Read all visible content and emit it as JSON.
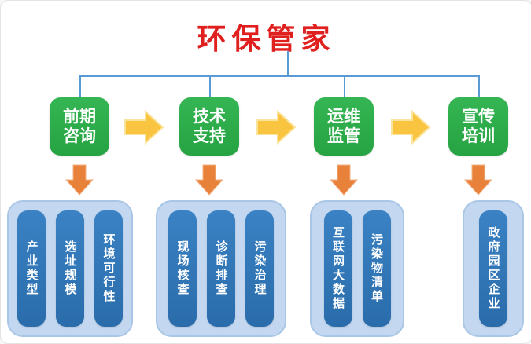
{
  "title": "环保管家",
  "stages": [
    {
      "label": "前期咨询",
      "items": [
        "产业类型",
        "选址规模",
        "环境可行性"
      ]
    },
    {
      "label": "技术支持",
      "items": [
        "现场核查",
        "诊断排查",
        "污染治理"
      ]
    },
    {
      "label": "运维监管",
      "items": [
        "互联网大数据",
        "污染物清单"
      ]
    },
    {
      "label": "宣传培训",
      "items": [
        "政府园区企业"
      ]
    }
  ],
  "icons": {
    "flow_arrow": "right-block-arrow",
    "down_arrow": "down-block-arrow"
  },
  "colors": {
    "title": "#e01f1f",
    "stage_box": "#2ca84a",
    "flow_arrow": "#f9c440",
    "down_arrow": "#e8813a",
    "connector": "#5b9bd5",
    "group_bg": "#c3d8f0",
    "item_pill": "#2e75b6"
  }
}
